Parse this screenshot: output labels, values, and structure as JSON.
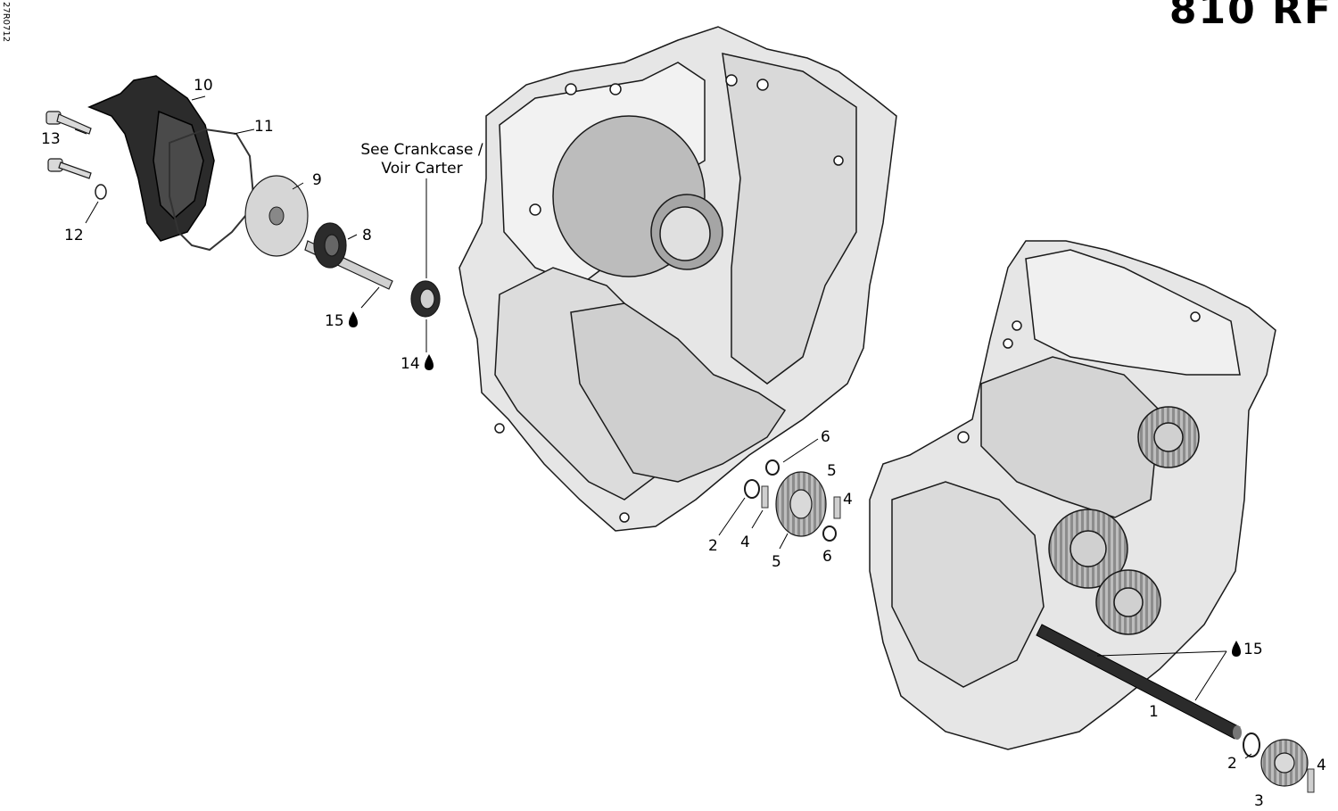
{
  "title": "810 RF",
  "doc_ref": "27R0712",
  "note": {
    "line1": "See Crankcase /",
    "line2": "Voir Carter"
  },
  "callouts": [
    {
      "id": "c1",
      "label": "1"
    },
    {
      "id": "c2a",
      "label": "2"
    },
    {
      "id": "c2b",
      "label": "2"
    },
    {
      "id": "c3",
      "label": "3"
    },
    {
      "id": "c4a",
      "label": "4"
    },
    {
      "id": "c4b",
      "label": "4"
    },
    {
      "id": "c4c",
      "label": "4"
    },
    {
      "id": "c5a",
      "label": "5"
    },
    {
      "id": "c5b",
      "label": "5"
    },
    {
      "id": "c6a",
      "label": "6"
    },
    {
      "id": "c6b",
      "label": "6"
    },
    {
      "id": "c8",
      "label": "8"
    },
    {
      "id": "c9",
      "label": "9"
    },
    {
      "id": "c10",
      "label": "10"
    },
    {
      "id": "c11",
      "label": "11"
    },
    {
      "id": "c12",
      "label": "12"
    },
    {
      "id": "c13",
      "label": "13"
    },
    {
      "id": "c14",
      "label": "14"
    },
    {
      "id": "c15a",
      "label": "15"
    },
    {
      "id": "c15b",
      "label": "15"
    }
  ],
  "colors": {
    "part_fill": "#e6e6e6",
    "part_dark": "#2b2b2b",
    "outline": "#1a1a1a",
    "shade": "#a9a9a9"
  }
}
